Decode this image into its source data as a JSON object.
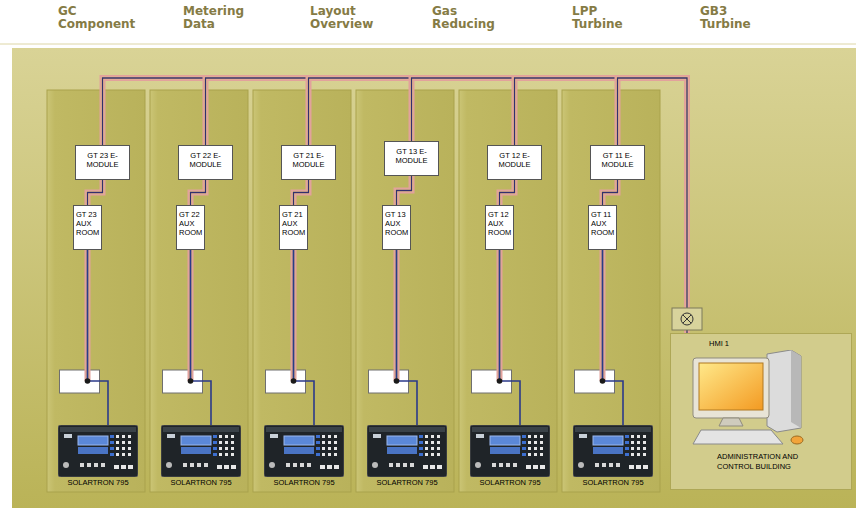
{
  "diagram": {
    "nodes": [
      {
        "text": [
          "GT 23 E-MODULE"
        ]
      },
      {
        "text": [
          "GT 23 AUX ROOM"
        ]
      },
      {
        "text": [
          "SOLARTRON 795"
        ]
      },
      {
        "text": [
          "GT 22 E-MODULE"
        ]
      },
      {
        "text": [
          "GT 22 AUX ROOM"
        ]
      },
      {
        "text": [
          "SOLARTRON 795"
        ]
      },
      {
        "text": [
          "GT 21 E-MODULE"
        ]
      },
      {
        "text": [
          "GT 21 AUX ROOM"
        ]
      },
      {
        "text": [
          "SOLARTRON 795"
        ]
      },
      {
        "text": [
          "GT 13 E-MODULE"
        ]
      },
      {
        "text": [
          "GT 13 AUX ROOM"
        ]
      },
      {
        "text": [
          "SOLARTRON 795"
        ]
      },
      {
        "text": [
          "GT 12 E-MODULE"
        ]
      },
      {
        "text": [
          "GT 12 AUX ROOM"
        ]
      },
      {
        "text": [
          "SOLARTRON 795"
        ]
      },
      {
        "text": [
          "GT 11 E-MODULE"
        ]
      },
      {
        "text": [
          "GT 11 AUX ROOM"
        ]
      },
      {
        "text": [
          "SOLARTRON 795"
        ]
      },
      {
        "text": [
          "HMI 1",
          "ADMINISTRATION AND CONTROL BUILDING"
        ]
      }
    ],
    "edges": [
      {
        "from": 0,
        "to": 1,
        "arrow": "none"
      },
      {
        "from": 1,
        "to": 2,
        "arrow": "none"
      },
      {
        "from": 3,
        "to": 4,
        "arrow": "none"
      },
      {
        "from": 4,
        "to": 5,
        "arrow": "none"
      },
      {
        "from": 6,
        "to": 7,
        "arrow": "none"
      },
      {
        "from": 7,
        "to": 8,
        "arrow": "none"
      },
      {
        "from": 9,
        "to": 10,
        "arrow": "none"
      },
      {
        "from": 10,
        "to": 11,
        "arrow": "none"
      },
      {
        "from": 12,
        "to": 13,
        "arrow": "none"
      },
      {
        "from": 13,
        "to": 14,
        "arrow": "none"
      },
      {
        "from": 15,
        "to": 16,
        "arrow": "none"
      },
      {
        "from": 16,
        "to": 17,
        "arrow": "none"
      },
      {
        "from": 0,
        "to": 18,
        "arrow": "none"
      },
      {
        "from": 3,
        "to": 18,
        "arrow": "none"
      },
      {
        "from": 6,
        "to": 18,
        "arrow": "none"
      },
      {
        "from": 9,
        "to": 18,
        "arrow": "none"
      },
      {
        "from": 12,
        "to": 18,
        "arrow": "none"
      },
      {
        "from": 15,
        "to": 18,
        "arrow": "none"
      }
    ],
    "labels": [
      "GC Component",
      "Metering Data",
      "Layout Overview",
      "Gas Reducing",
      "LPP Turbine",
      "GB3 Turbine"
    ]
  }
}
